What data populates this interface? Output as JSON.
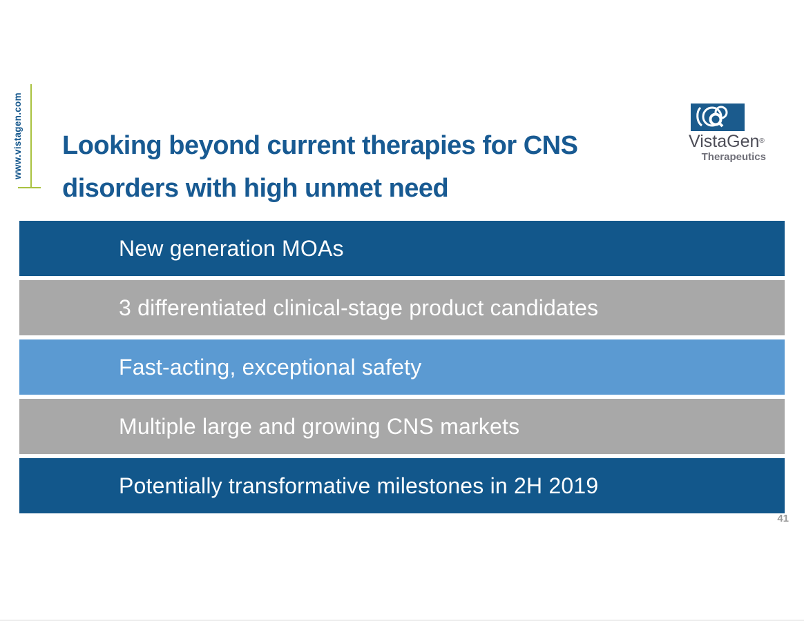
{
  "sidebar": {
    "url": "www.vistagen.com"
  },
  "header": {
    "title": "Looking beyond current therapies for CNS disorders with high unmet need",
    "title_line1": "Looking beyond current therapies for CNS",
    "title_line2": "disorders with high unmet need"
  },
  "logo": {
    "name": "VistaGen",
    "registered": "®",
    "subtitle": "Therapeutics"
  },
  "bars": [
    {
      "label": "New generation MOAs",
      "color": "#12578b"
    },
    {
      "label": "3 differentiated clinical-stage product candidates",
      "color": "#a8a8a8"
    },
    {
      "label": "Fast-acting, exceptional safety",
      "color": "#5b9ad2"
    },
    {
      "label": "Multiple large and growing CNS markets",
      "color": "#a8a8a8"
    },
    {
      "label": "Potentially transformative milestones in 2H 2019",
      "color": "#12578b"
    }
  ],
  "footer": {
    "page_number": "41"
  },
  "colors": {
    "dark_blue": "#12578b",
    "light_blue": "#5b9ad2",
    "gray": "#a8a8a8",
    "title_blue": "#185a92",
    "accent_green": "#a9c23f",
    "logo_blue": "#1b5b8d"
  }
}
